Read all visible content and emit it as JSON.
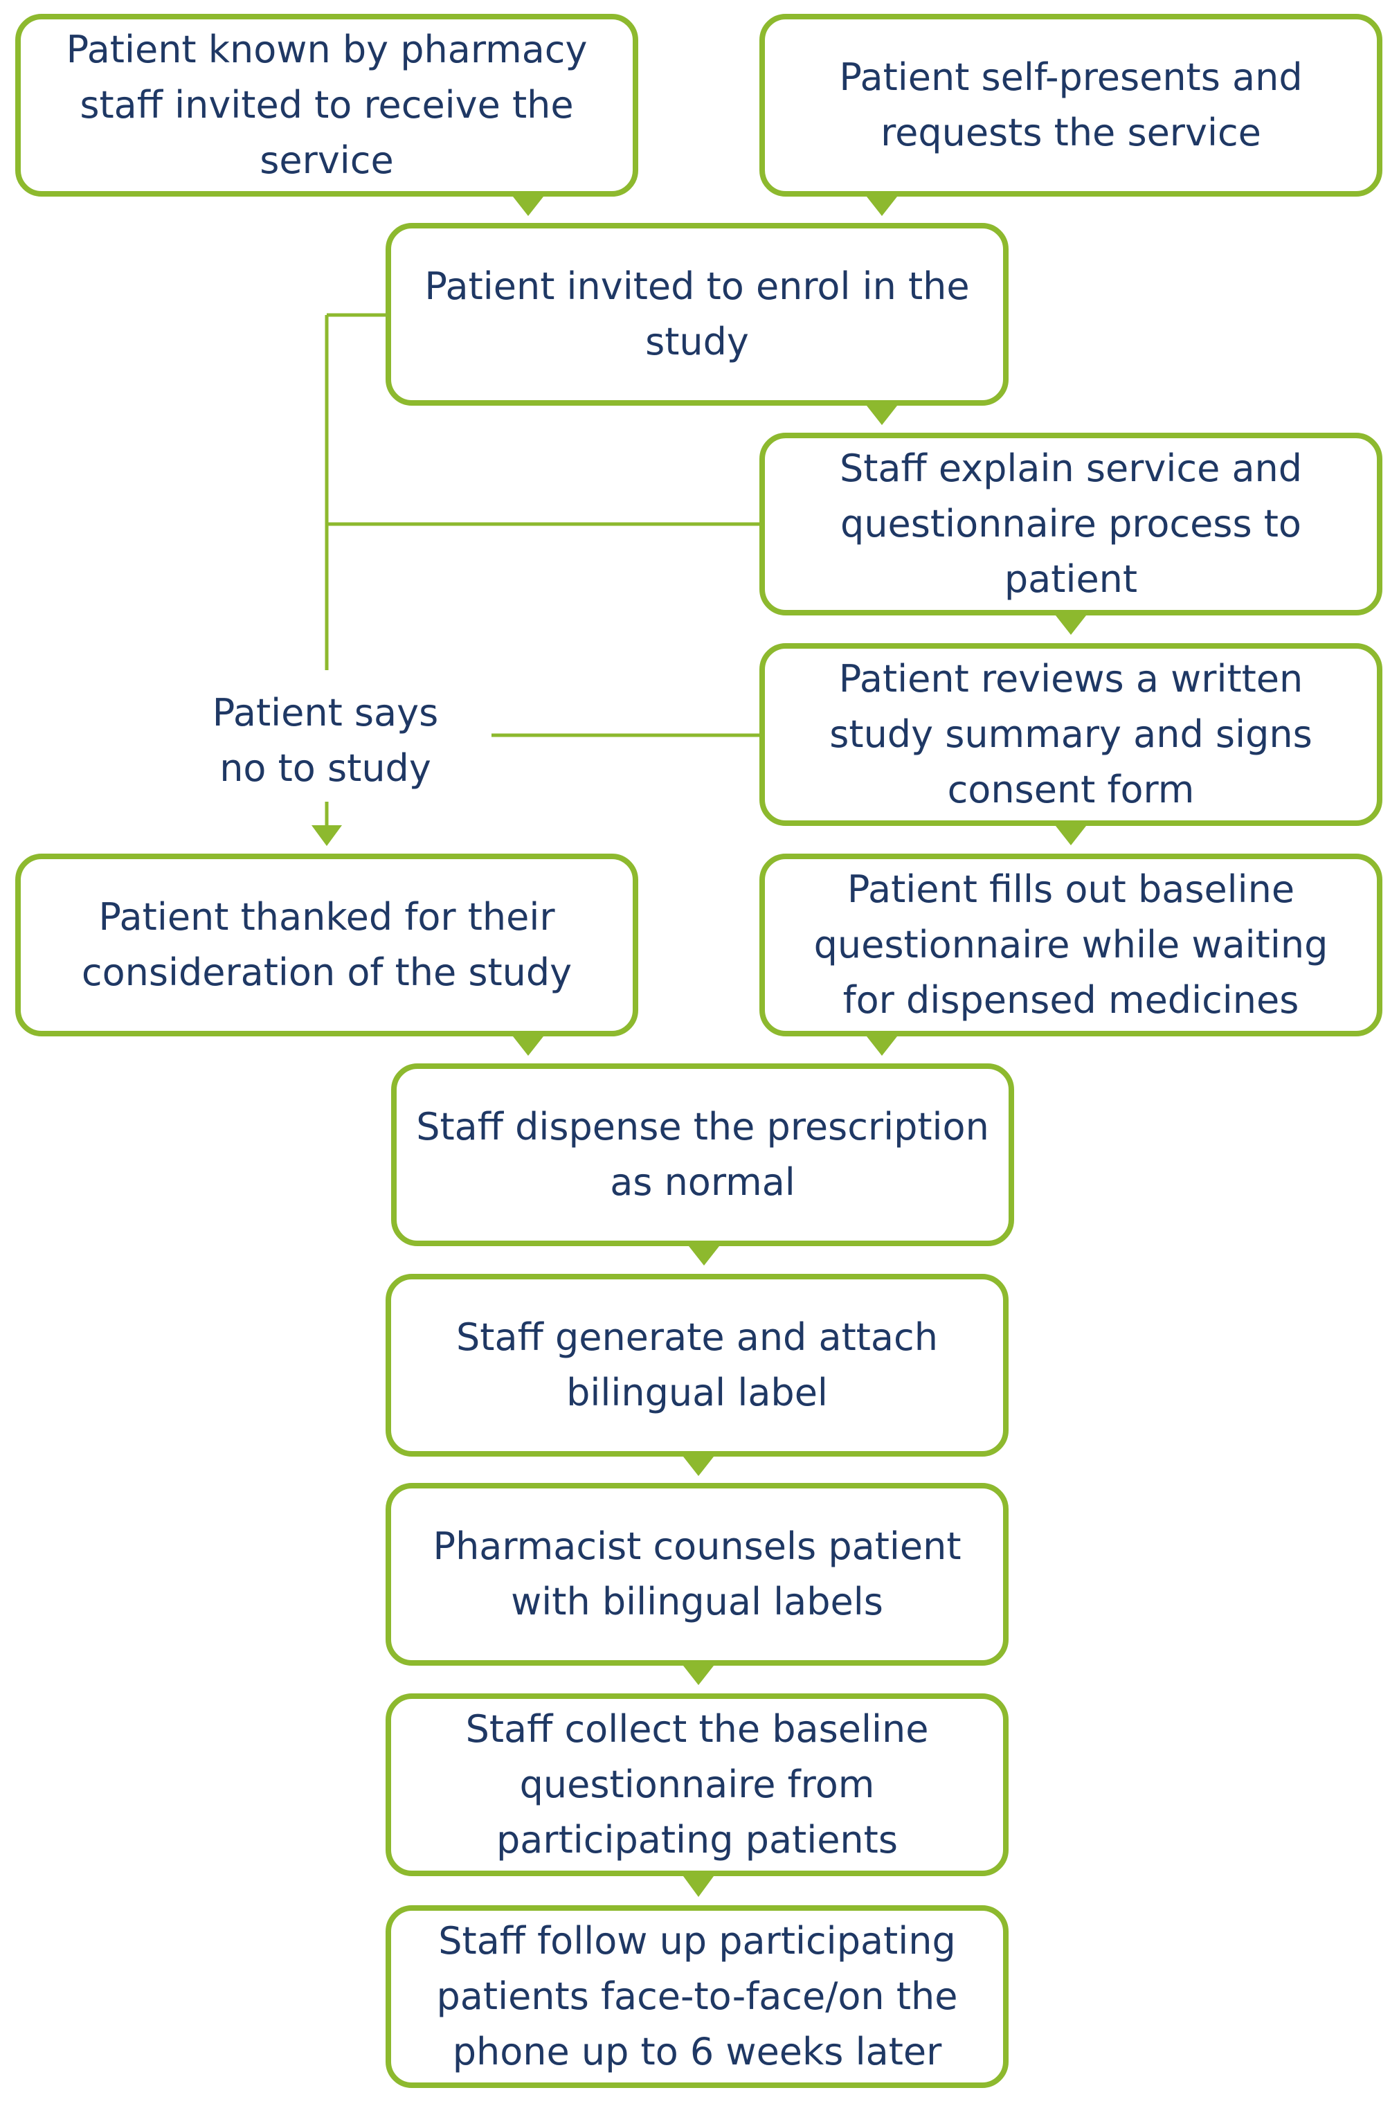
{
  "diagram": {
    "accent_color": "#8DB92E",
    "text_color": "#1F3864",
    "nodes": {
      "known_by_staff": "Patient known by pharmacy staff invited to receive the service",
      "self_presents": "Patient self-presents and requests the service",
      "invited_to_enrol": "Patient invited to enrol in the study",
      "staff_explain": "Staff explain service and questionnaire process to patient",
      "reviews_summary": "Patient reviews a written study summary and signs consent form",
      "thanked": "Patient thanked for their consideration of the study",
      "fills_baseline": "Patient fills out baseline questionnaire while waiting for dispensed medicines",
      "dispense": "Staff dispense the prescription as normal",
      "generate_label": "Staff generate and attach bilingual label",
      "counsels": "Pharmacist counsels patient with bilingual labels",
      "collect": "Staff collect the baseline questionnaire from participating patients",
      "follow_up": "Staff follow up participating patients face-to-face/on the phone up to 6 weeks later"
    },
    "branch_label": "Patient says no to study"
  }
}
